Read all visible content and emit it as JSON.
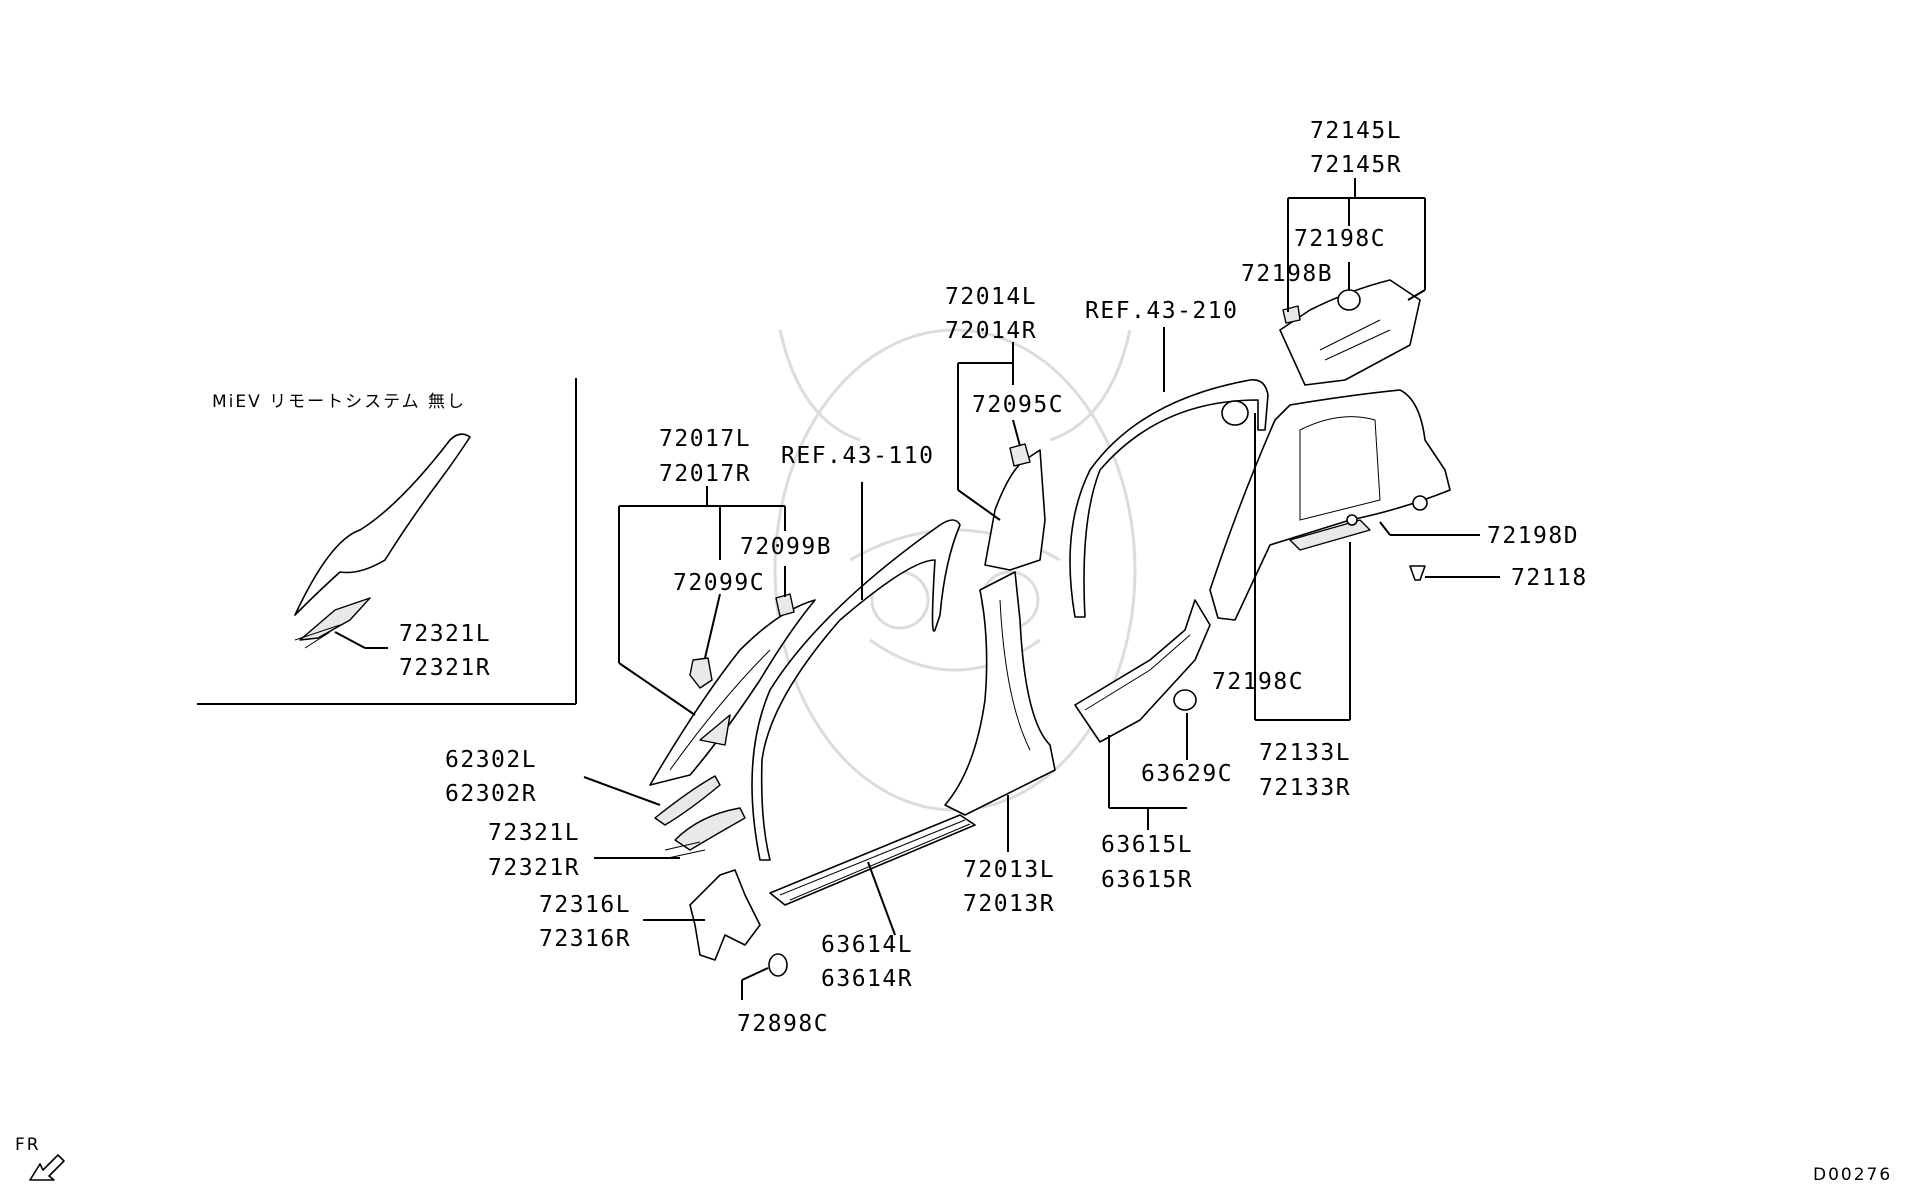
{
  "labels": {
    "l_72145L": "72145L",
    "l_72145R": "72145R",
    "l_72198C_top": "72198C",
    "l_72198B": "72198B",
    "l_ref210": "REF.43-210",
    "l_72014L": "72014L",
    "l_72014R": "72014R",
    "l_72095C": "72095C",
    "l_72017L": "72017L",
    "l_72017R": "72017R",
    "l_ref110": "REF.43-110",
    "l_72099B": "72099B",
    "l_72099C": "72099C",
    "l_72198D": "72198D",
    "l_72118": "72118",
    "l_72198C_mid": "72198C",
    "l_72133L": "72133L",
    "l_72133R": "72133R",
    "l_63629C": "63629C",
    "l_63615L": "63615L",
    "l_63615R": "63615R",
    "l_72013L": "72013L",
    "l_72013R": "72013R",
    "l_63614L": "63614L",
    "l_63614R": "63614R",
    "l_72898C": "72898C",
    "l_62302L": "62302L",
    "l_62302R": "62302R",
    "l_72321L": "72321L",
    "l_72321R": "72321R",
    "l_72316L": "72316L",
    "l_72316R": "72316R",
    "l_inset_72321L": "72321L",
    "l_inset_72321R": "72321R",
    "inset_title": "MiEV リモートシステム 無し",
    "fr": "FR",
    "diagram_code": "D00276"
  }
}
